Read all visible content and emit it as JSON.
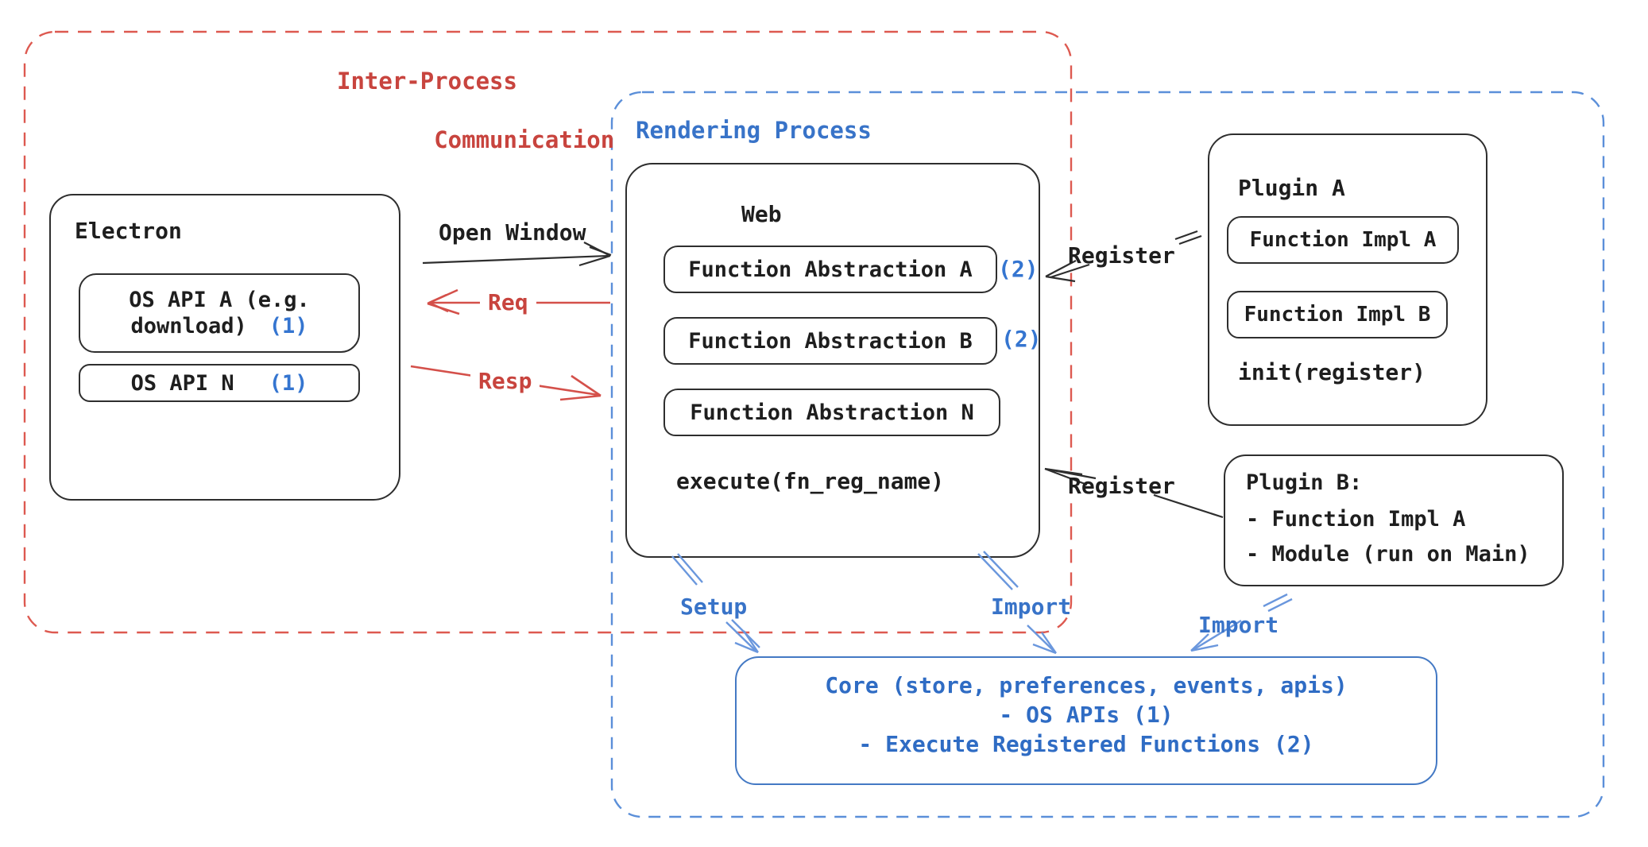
{
  "colors": {
    "red_text": "#c8443e",
    "red_dash": "#dd5950",
    "red_arrow": "#d4504a",
    "blue_text": "#2f6cc4",
    "blue_label": "#3873c8",
    "blue_ref": "#3575d0",
    "blue_dash": "#5b8fd9",
    "blue_arrow": "#6a97dd",
    "blue_border": "#4479c4",
    "ink": "#1e1e1e"
  },
  "ipc_region": {
    "label_line1": "Inter-Process",
    "label_line2": "Communication"
  },
  "rendering_region": {
    "label": "Rendering Process"
  },
  "electron": {
    "title": "Electron",
    "os_api_a": {
      "line1": "OS API A (e.g.",
      "line2": "download)",
      "ref": "(1)"
    },
    "os_api_n": {
      "label": "OS API N",
      "ref": "(1)"
    }
  },
  "arrows": {
    "open_window": "Open Window",
    "req": "Req",
    "resp": "Resp",
    "register_top": "Register",
    "register_bottom": "Register",
    "setup": "Setup",
    "import_mid": "Import",
    "import_right": "Import"
  },
  "web": {
    "title": "Web",
    "fn_a": {
      "label": "Function Abstraction A",
      "ref": "(2)"
    },
    "fn_b": {
      "label": "Function Abstraction B",
      "ref": "(2)"
    },
    "fn_n": {
      "label": "Function Abstraction N"
    },
    "execute": "execute(fn_reg_name)"
  },
  "plugin_a": {
    "title": "Plugin A",
    "impl_a": "Function Impl A",
    "impl_b": "Function Impl B",
    "init": "init(register)"
  },
  "plugin_b": {
    "title": "Plugin B:",
    "item1": "- Function Impl A",
    "item2": "- Module (run on Main)"
  },
  "core": {
    "line1": "Core (store, preferences, events, apis)",
    "line2": "- OS APIs (1)",
    "line3": "- Execute Registered Functions (2)"
  }
}
